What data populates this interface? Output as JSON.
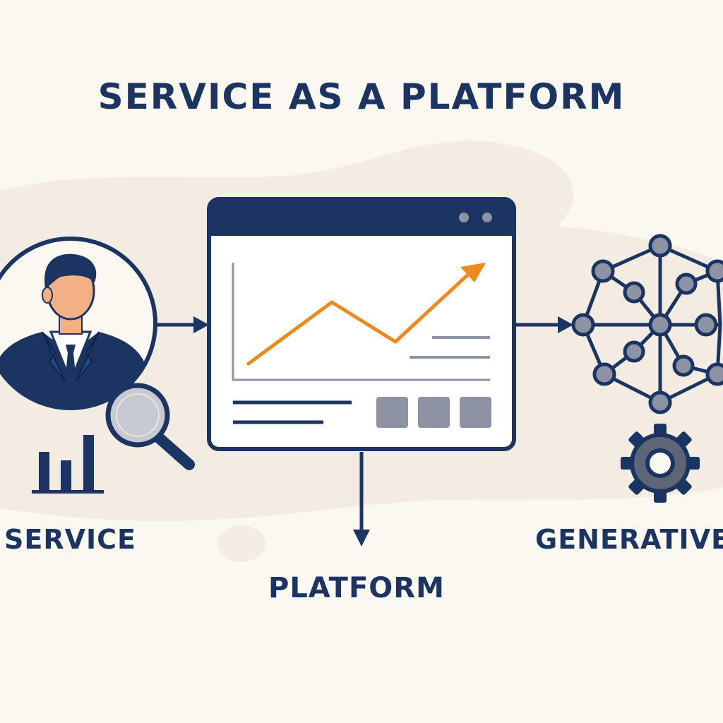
{
  "title": "SERVICE AS A PLATFORM",
  "labels": {
    "service": "SERVICE",
    "platform": "PLATFORM",
    "generative": "GENERATIVE"
  },
  "icons": {
    "service": "businessman-with-magnifier-and-bar-chart",
    "platform": "browser-window-with-rising-line-chart",
    "generative": "neural-network-with-gear"
  },
  "colors": {
    "navy": "#1b3461",
    "orange": "#ee8a1d",
    "gray": "#8d93a2",
    "skin": "#f2b084",
    "background": "#fbf7f1",
    "blob": "#f3ece2"
  }
}
